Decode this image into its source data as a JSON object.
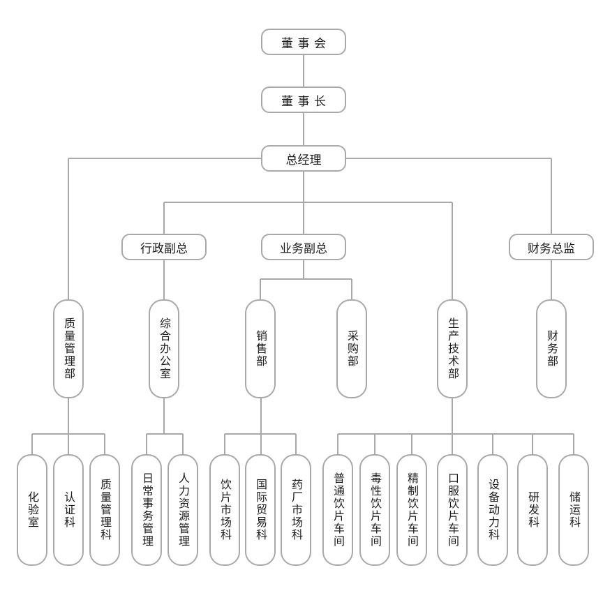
{
  "diagram_type": "org-chart",
  "nodes": {
    "board": "董事会",
    "chairman": "董事长",
    "general_manager": "总经理",
    "admin_vp": "行政副总",
    "business_vp": "业务副总",
    "finance_director": "财务总监",
    "quality_mgmt_dept": "质量管理部",
    "general_office": "综合办公室",
    "sales_dept": "销售部",
    "purchasing_dept": "采购部",
    "production_tech_dept": "生产技术部",
    "finance_dept": "财务部",
    "lab": "化验室",
    "certification": "认证科",
    "quality_mgmt_section": "质量管理科",
    "daily_affairs": "日常事务管理",
    "hr_mgmt": "人力资源管理",
    "pieces_market": "饮片市场科",
    "intl_trade": "国际贸易科",
    "pharma_market": "药厂市场科",
    "ordinary_pieces_workshop": "普通饮片车间",
    "toxic_pieces_workshop": "毒性饮片车间",
    "refined_pieces_workshop": "精制饮片车间",
    "oral_pieces_workshop": "口服饮片车间",
    "equipment_power": "设备动力科",
    "rnd": "研发科",
    "storage_transport": "储运科"
  },
  "hierarchy": {
    "board": [
      "chairman"
    ],
    "chairman": [
      "general_manager"
    ],
    "general_manager": [
      "quality_mgmt_dept",
      "admin_vp",
      "business_vp",
      "production_tech_dept",
      "finance_director"
    ],
    "admin_vp": [
      "general_office"
    ],
    "business_vp": [
      "sales_dept",
      "purchasing_dept"
    ],
    "finance_director": [
      "finance_dept"
    ],
    "quality_mgmt_dept": [
      "lab",
      "certification",
      "quality_mgmt_section"
    ],
    "general_office": [
      "daily_affairs",
      "hr_mgmt"
    ],
    "sales_dept": [
      "pieces_market",
      "intl_trade",
      "pharma_market"
    ],
    "production_tech_dept": [
      "ordinary_pieces_workshop",
      "toxic_pieces_workshop",
      "refined_pieces_workshop",
      "oral_pieces_workshop",
      "equipment_power",
      "rnd",
      "storage_transport"
    ],
    "purchasing_dept": [],
    "finance_dept": []
  },
  "colors": {
    "line": "#a9a9a9",
    "border": "#a9a9a9",
    "text": "#1a1a1a",
    "background": "#ffffff"
  }
}
